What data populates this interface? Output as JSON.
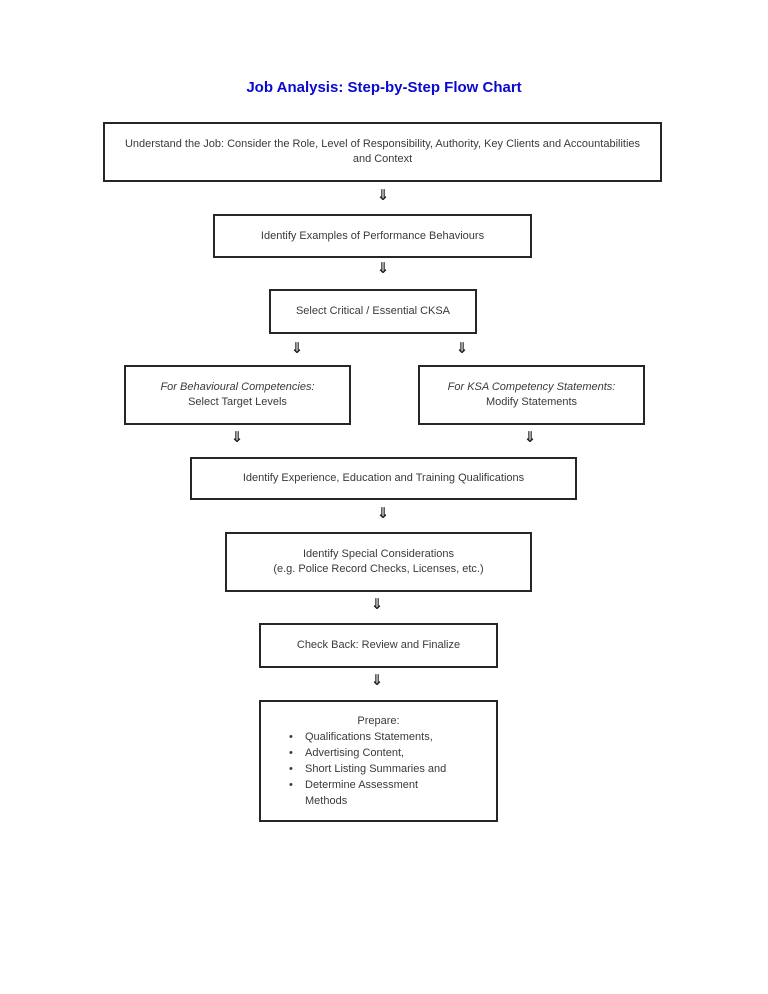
{
  "page": {
    "title": "Job Analysis: Step-by-Step Flow Chart"
  },
  "colors": {
    "title_blue": "#0a0acc",
    "box_border": "#262626",
    "text": "#3a3a3a",
    "background": "#ffffff"
  },
  "flowchart": {
    "arrow_glyph": "⇓",
    "nodes": {
      "understand": {
        "text": "Understand the Job: Consider the Role, Level of Responsibility, Authority, Key Clients and Accountabilities and Context"
      },
      "examples": {
        "text": "Identify Examples of Performance Behaviours"
      },
      "cksa": {
        "text": "Select Critical / Essential CKSA"
      },
      "behavioural": {
        "heading": "For Behavioural Competencies:",
        "text": "Select Target Levels"
      },
      "ksa": {
        "heading": "For KSA Competency Statements:",
        "text": "Modify Statements"
      },
      "qualifications": {
        "text": "Identify Experience, Education and Training Qualifications"
      },
      "special": {
        "line1": "Identify Special Considerations",
        "line2": "(e.g. Police Record Checks, Licenses, etc.)"
      },
      "checkback": {
        "text": "Check Back: Review and Finalize"
      },
      "prepare": {
        "heading": "Prepare:",
        "bullets": [
          "Qualifications Statements,",
          "Advertising Content,",
          "Short Listing Summaries and",
          "Determine Assessment Methods"
        ]
      }
    }
  }
}
